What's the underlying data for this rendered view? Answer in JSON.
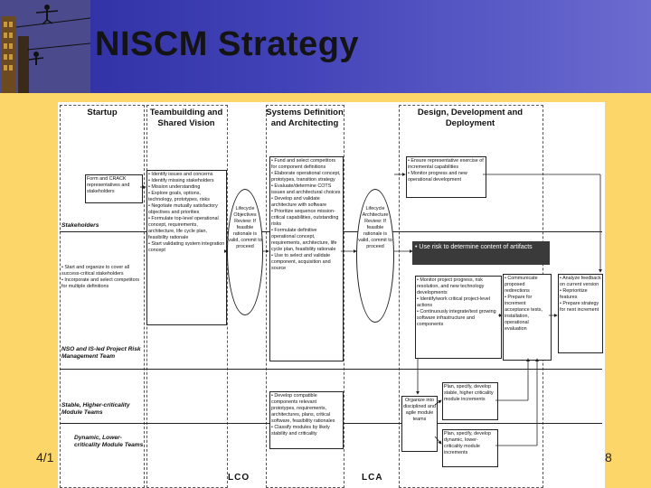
{
  "slide": {
    "title": "NISCM Strategy",
    "footer_date": "4/1",
    "footer_page": "8",
    "colors": {
      "header": "#3a3aa8",
      "background": "#fdd66a"
    }
  },
  "diagram": {
    "phases": [
      "Startup",
      "Teambuilding and Shared Vision",
      "Systems Definition and Architecting",
      "Design, Development and Deployment"
    ],
    "lanes": {
      "stakeholders": "Stakeholders",
      "risk_mgmt": "NSO and IS-led Project Risk Management Team",
      "stable": "Stable, Higher-criticality Module Teams",
      "dynamic": "Dynamic, Lower-criticality Module Teams"
    },
    "milestones": {
      "lco": "LCO",
      "lca": "LCA"
    },
    "review_lco": "Lifecycle Objectives Review: If feasible rationale is valid, commit to proceed",
    "review_lca": "Lifecycle Architecture Review: If feasible rationale is valid, commit to proceed",
    "startup_box": "Form and CRACK representatives and stakeholders",
    "startup_list": "• Start and organize to cover all success-critical stakeholders\n• Incorporate and select competitors for multiple definitions",
    "teambuilding_list": "• Identify issues and concerns\n• Identify missing stakeholders\n• Mission understanding\n• Explore goals, options, technology, prototypes, risks\n• Negotiate mutually satisfactory objectives and priorities\n• Formulate top-level operational concept, requirements, architecture, life cycle plan, feasibility rationale\n• Start validating system integration concept",
    "systems_list": "• Fund and select competitors for component definitions\n• Elaborate operational concept, prototypes, transition strategy\n• Evaluate/determine COTS issues and architectural choices\n• Develop and validate architecture with software\n• Prioritize sequence mission-critical capabilities, outstanding risks\n• Formulate definitive operational concept, requirements, architecture, life cycle plan, feasibility rationale\n• Use to select and validate component, acquisition and source",
    "systems_list_lower": "• Develop compatible components relevant prototypes, requirements, architectures, plans, critical software, feasibility rationales\n• Classify modules by likely stability and criticality",
    "design_top": "• Ensure representative exercise of incremental capabilities\n• Monitor progress and new operational development",
    "use_risk": "• Use risk to determine content of artifacts",
    "design_mid": "• Monitor project progress, risk resolution, and new technology developments\n• Identify/work critical project-level actions\n• Continuously integrate/test growing software infrastructure and components",
    "communicate": "• Communicate proposed redirections\n• Prepare for increment acceptance tests, installation, operational evaluation",
    "feedback": "• Analyze feedback on current version\n• Reprioritize features\n• Prepare strategy for next increment",
    "organize": "Organize into disciplined and agile module teams",
    "plan_stable": "Plan, specify, develop stable, higher criticality module increments",
    "plan_dynamic": "Plan, specify, develop dynamic, lower-criticality module increments"
  }
}
